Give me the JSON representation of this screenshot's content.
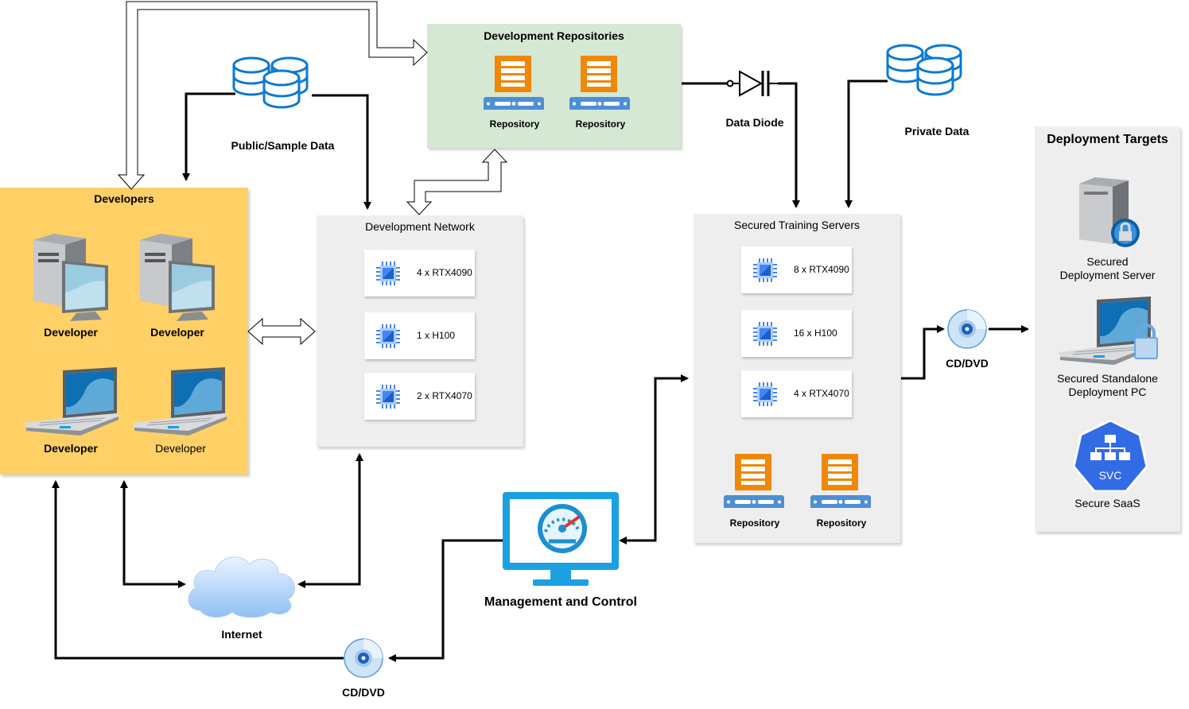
{
  "groups": {
    "dev_repos": {
      "title": "Development Repositories",
      "repo1": "Repository",
      "repo2": "Repository"
    },
    "developers": {
      "title": "Developers",
      "d1": "Developer",
      "d2": "Developer",
      "d3": "Developer",
      "d4": "Developer"
    },
    "dev_network": {
      "title": "Development Network",
      "gpu1": "4 x RTX4090",
      "gpu2": "1 x H100",
      "gpu3": "2 x RTX4070"
    },
    "training": {
      "title": "Secured Training Servers",
      "gpu1": "8 x RTX4090",
      "gpu2": "16 x H100",
      "gpu3": "4 x RTX4070",
      "repo1": "Repository",
      "repo2": "Repository"
    },
    "deployment": {
      "title": "Deployment Targets",
      "server_l1": "Secured",
      "server_l2": "Deployment Server",
      "pc_l1": "Secured Standalone",
      "pc_l2": "Deployment PC",
      "svc_badge": "SVC",
      "saas": "Secure SaaS"
    }
  },
  "labels": {
    "public_data": "Public/Sample Data",
    "private_data": "Private Data",
    "data_diode": "Data Diode",
    "cd_right": "CD/DVD",
    "cd_bottom": "CD/DVD",
    "internet": "Internet",
    "management": "Management and Control"
  },
  "icons": [
    "database-icon",
    "server-icon",
    "chip-icon",
    "desktop-pc-icon",
    "laptop-icon",
    "cloud-icon",
    "cd-icon",
    "diode-icon",
    "monitor-gauge-icon",
    "secure-server-icon",
    "secure-laptop-icon",
    "kubernetes-svc-icon"
  ],
  "colors": {
    "repos_bg": "#d5e8d4",
    "developers_bg": "#ffd066",
    "group_bg": "#eeeeee",
    "repo_orange": "#f08705",
    "rack_blue": "#4d8fd6",
    "db_blue": "#0b7ad1",
    "chip_blue": "#4285f4",
    "monitor_cyan": "#1ba1e2",
    "k8s_blue": "#326ce5"
  }
}
